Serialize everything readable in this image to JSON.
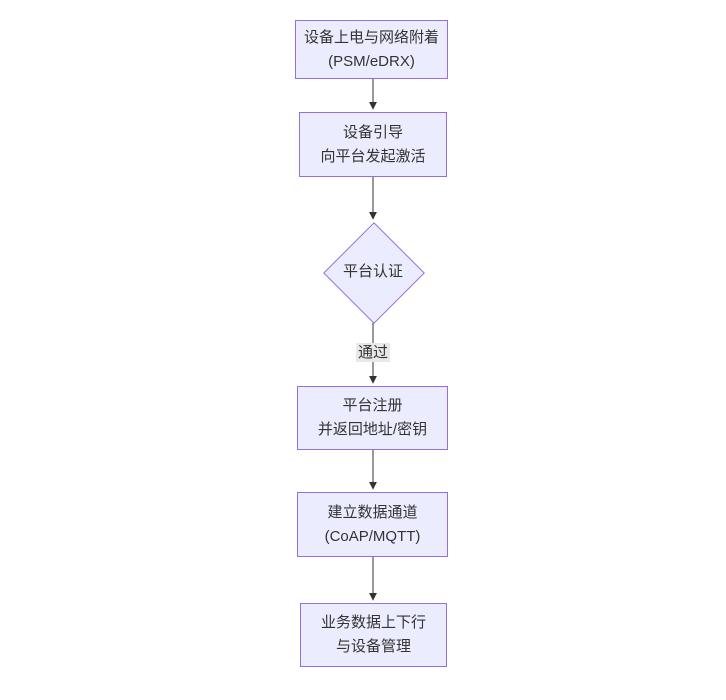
{
  "diagram": {
    "type": "flowchart",
    "direction": "top-down",
    "colors": {
      "background": "#ffffff",
      "node_fill": "#ECECFF",
      "node_border": "#9370DB",
      "text": "#333333",
      "arrow": "#333333",
      "edge_label_bg": "#e8e8e8"
    },
    "nodes": [
      {
        "id": "n1",
        "shape": "rect",
        "lines": [
          "设备上电与网络附着",
          "(PSM/eDRX)"
        ]
      },
      {
        "id": "n2",
        "shape": "rect",
        "lines": [
          "设备引导",
          "向平台发起激活"
        ]
      },
      {
        "id": "n3",
        "shape": "diamond",
        "lines": [
          "平台认证"
        ]
      },
      {
        "id": "n4",
        "shape": "rect",
        "lines": [
          "平台注册",
          "并返回地址/密钥"
        ]
      },
      {
        "id": "n5",
        "shape": "rect",
        "lines": [
          "建立数据通道",
          "(CoAP/MQTT)"
        ]
      },
      {
        "id": "n6",
        "shape": "rect",
        "lines": [
          "业务数据上下行",
          "与设备管理"
        ]
      }
    ],
    "edges": [
      {
        "from": "n1",
        "to": "n2",
        "label": ""
      },
      {
        "from": "n2",
        "to": "n3",
        "label": ""
      },
      {
        "from": "n3",
        "to": "n4",
        "label": "通过"
      },
      {
        "from": "n4",
        "to": "n5",
        "label": ""
      },
      {
        "from": "n5",
        "to": "n6",
        "label": ""
      }
    ]
  }
}
